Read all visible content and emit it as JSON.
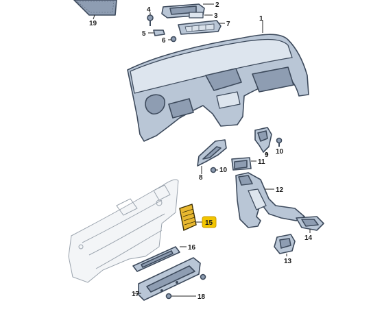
{
  "callouts": {
    "c1": "1",
    "c2": "2",
    "c3": "3",
    "c4": "4",
    "c5": "5",
    "c6": "6",
    "c7": "7",
    "c8": "8",
    "c9": "9",
    "c10a": "10",
    "c10b": "10",
    "c11": "11",
    "c12": "12",
    "c13": "13",
    "c14": "14",
    "c15": "15",
    "c16": "16",
    "c17": "17",
    "c18": "18",
    "c19": "19"
  },
  "highlight": {
    "callout": "15",
    "color": "#f2c500"
  },
  "colors": {
    "part_fill": "#b9c6d6",
    "outline": "#3d4a5c",
    "ghost": "#9aa3ad"
  }
}
